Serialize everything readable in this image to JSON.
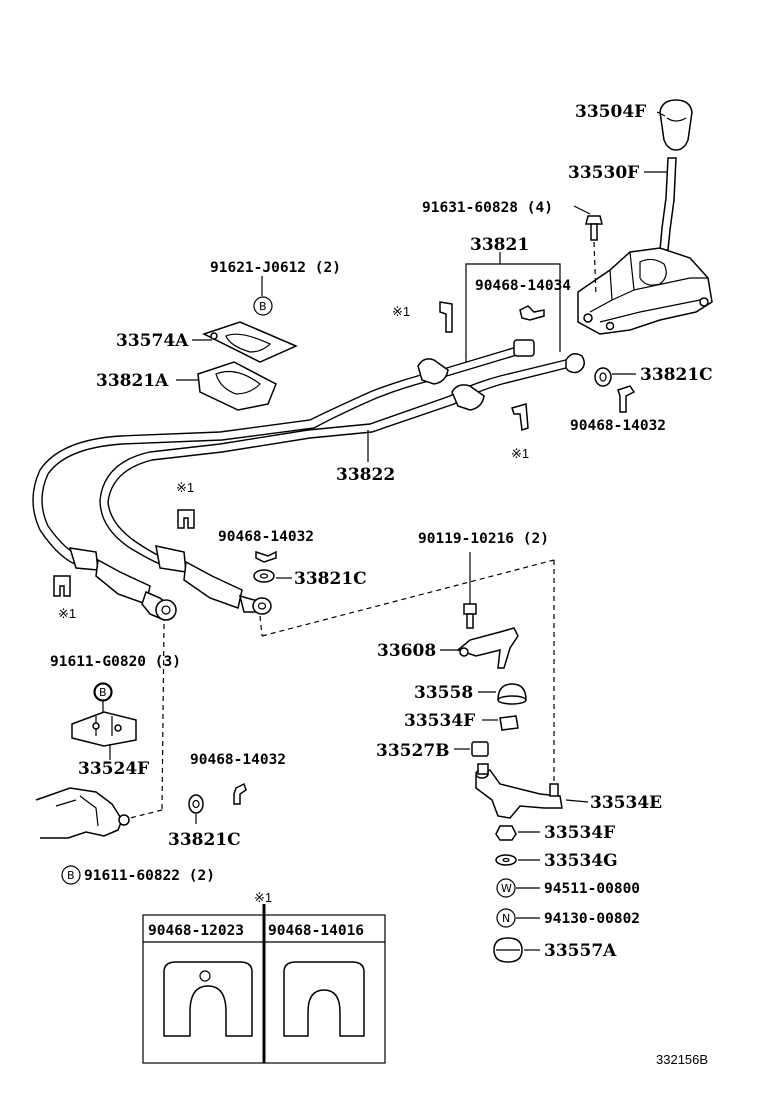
{
  "labels": {
    "p33504F": "33504F",
    "p33530F": "33530F",
    "p91631": "91631-60828 (4)",
    "p33821": "33821",
    "p90468_14034": "90468-14034",
    "p91621": "91621-J0612 (2)",
    "p33574A": "33574A",
    "p33821A": "33821A",
    "p33821C_top": "33821C",
    "p90468_14032_top": "90468-14032",
    "p33822": "33822",
    "p90468_14032_mid": "90468-14032",
    "p33821C_mid": "33821C",
    "p90119": "90119-10216 (2)",
    "p33608": "33608",
    "p91611_G": "91611-G0820 (3)",
    "p33558": "33558",
    "p33534F_a": "33534F",
    "p33524F": "33524F",
    "p33527B": "33527B",
    "p90468_14032_low": "90468-14032",
    "p33534E": "33534E",
    "p33821C_low": "33821C",
    "p33534F_b": "33534F",
    "p33534G": "33534G",
    "p91611_6": "91611-60822 (2)",
    "p94511": "94511-00800",
    "p94130": "94130-00802",
    "p33557A": "33557A"
  },
  "markers": {
    "circle_b": "B",
    "circle_w": "W",
    "circle_n": "N",
    "note": "※1"
  },
  "inset": {
    "note": "※1",
    "col1": "90468-12023",
    "col2": "90468-14016"
  },
  "figure_id": "332156B"
}
